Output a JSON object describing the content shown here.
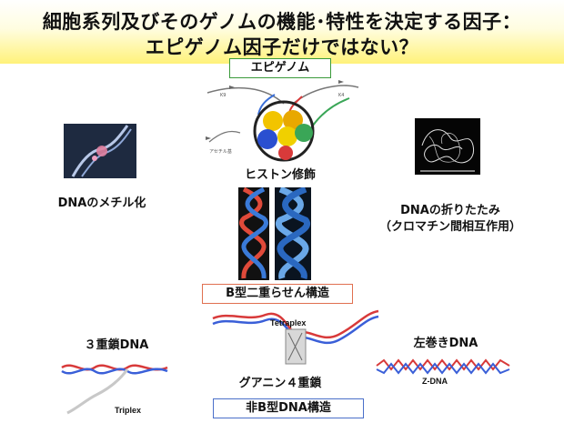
{
  "title": {
    "line1": "細胞系列及びそのゲノムの機能･特性を決定する因子：",
    "line2": "エピゲノム因子だけではない？"
  },
  "epigenome_box": "エピゲノム",
  "histone_label": "ヒストン修飾",
  "dna_methylation_label": "DNAのメチル化",
  "folding_label_1": "DNAの折りたたみ",
  "folding_label_2": "（クロマチン間相互作用）",
  "b_form_box": "B型二重らせん構造",
  "triple_label": "３重鎖DNA",
  "left_handed_label": "左巻きDNA",
  "g4_label": "グアニン４重鎖",
  "non_b_box": "非B型DNA構造",
  "tetraplex_text": "Tetraplex",
  "triplex_text": "Triplex",
  "zdna_text": "Z-DNA",
  "colors": {
    "title_band_bottom": "#fff27a",
    "epigenome_border": "#3a9a3a",
    "b_form_border": "#e07050",
    "non_b_border": "#4a6fc9",
    "strand_red": "#d83a3a",
    "strand_blue": "#3a5fd8"
  }
}
